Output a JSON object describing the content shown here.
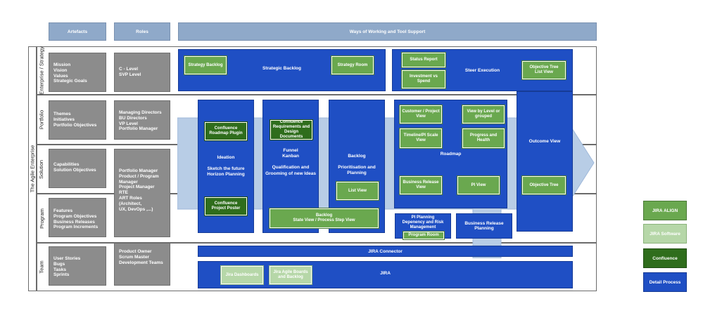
{
  "headers": {
    "artefacts": "Artefacts",
    "roles": "Roles",
    "ways": "Ways of Working and Tool Support"
  },
  "side_label": "The Agile Enterprise",
  "rows": {
    "enterprise": "Enterprise / Strategy",
    "portfolio": "Portfolio",
    "solution": "Solution",
    "program": "Program",
    "team": "Team"
  },
  "artefacts": {
    "enterprise": "Mission\nVision\nValues\nStrategic Goals",
    "portfolio": "Themes\nInitiatives\nPortfolio Objectives",
    "solution": "Capabilities\nSolution Objectives",
    "program": "Features\nProgram Objectives\nBusiness Releases\nProgram Increments",
    "team": "User Stories\nBugs\nTasks\nSprints"
  },
  "roles": {
    "enterprise": "C - Level\nSVP Level",
    "portfolio": "Managing Directors\nBU Directors\nVP Level\nPortfolio Manager",
    "solution_program": "Portfolio Manager\nProduct / Program\nManager\nProject Manager\nRTE\nART Roles (Architect,\nUX, DevOps ,...)",
    "team": "Product Owner\nScrum Master\nDevelopment Teams"
  },
  "processes": {
    "strategic_backlog": "Strategic Backlog",
    "steer_execution": "Steer Execution",
    "ideation": "Ideation\n\nSketch the future\nHorizon Planning",
    "funnel": "Funnel\nKanban\n\nQualification and\nGrooming of new Ideas",
    "backlog": "Backlog\n\nPrioritisation and\nPlanning",
    "roadmap": "Roadmap",
    "outcome_view": "Outcome View",
    "backlog_state": "Backlog\nState View / Process Step View",
    "pi_planning": "PI Planning\nDepenency and Risk\nManagement",
    "business_release_planning": "Business Release\nPlanning",
    "jira_connector": "JIRA Connector",
    "jira": "JIRA"
  },
  "tools": {
    "strategy_backlog": "Strategy Backlog",
    "strategy_room": "Strategy Room",
    "status_report": "Status Report",
    "investment_vs_spend": "Investment vs\nSpend",
    "objective_tree_list": "Objective Tree\nList View",
    "confluence_roadmap_plugin": "Confluence\nRoadmap Plugin",
    "confluence_requirements": "Confluence\nRequirements and\nDesign\nDocuments",
    "customer_project_view": "Customer / Project\nView",
    "view_by_level": "View by Level or\ngrouped",
    "timeline_pi_scale": "Timeline/PI Scale\nView",
    "progress_health": "Progress and\nHealth",
    "list_view": "List View",
    "business_release_view": "Business Release\nView",
    "pi_view": "PI View",
    "objective_tree": "Objective Tree",
    "confluence_project_poster": "Confluence\nProject Poster",
    "program_room": "Program Room",
    "jira_dashboards": "Jira Dashboards",
    "jira_agile_boards": "Jira Agile Boards\nand Backlog"
  },
  "legend": {
    "jira_align": "JIRA ALIGN",
    "jira_software": "JIRA Software",
    "confluence": "Confluence",
    "detail_process": "Detail Process"
  },
  "colors": {
    "header": "#8fa9c9",
    "grey": "#8c8c8c",
    "detail_process": "#1f4fc4",
    "jira_align": "#6aa84f",
    "jira_software": "#b6d7a8",
    "confluence": "#2f6d1c",
    "flow_arrow": "#b8cde6"
  }
}
